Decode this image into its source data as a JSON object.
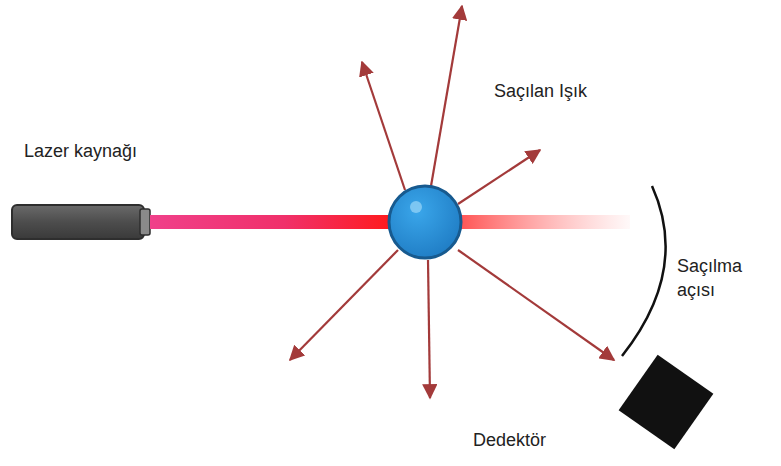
{
  "diagram": {
    "labels": [
      "Lazer kaynağı",
      "Saçılan Işık",
      "Saçılma açısı",
      "Dedektör"
    ]
  }
}
